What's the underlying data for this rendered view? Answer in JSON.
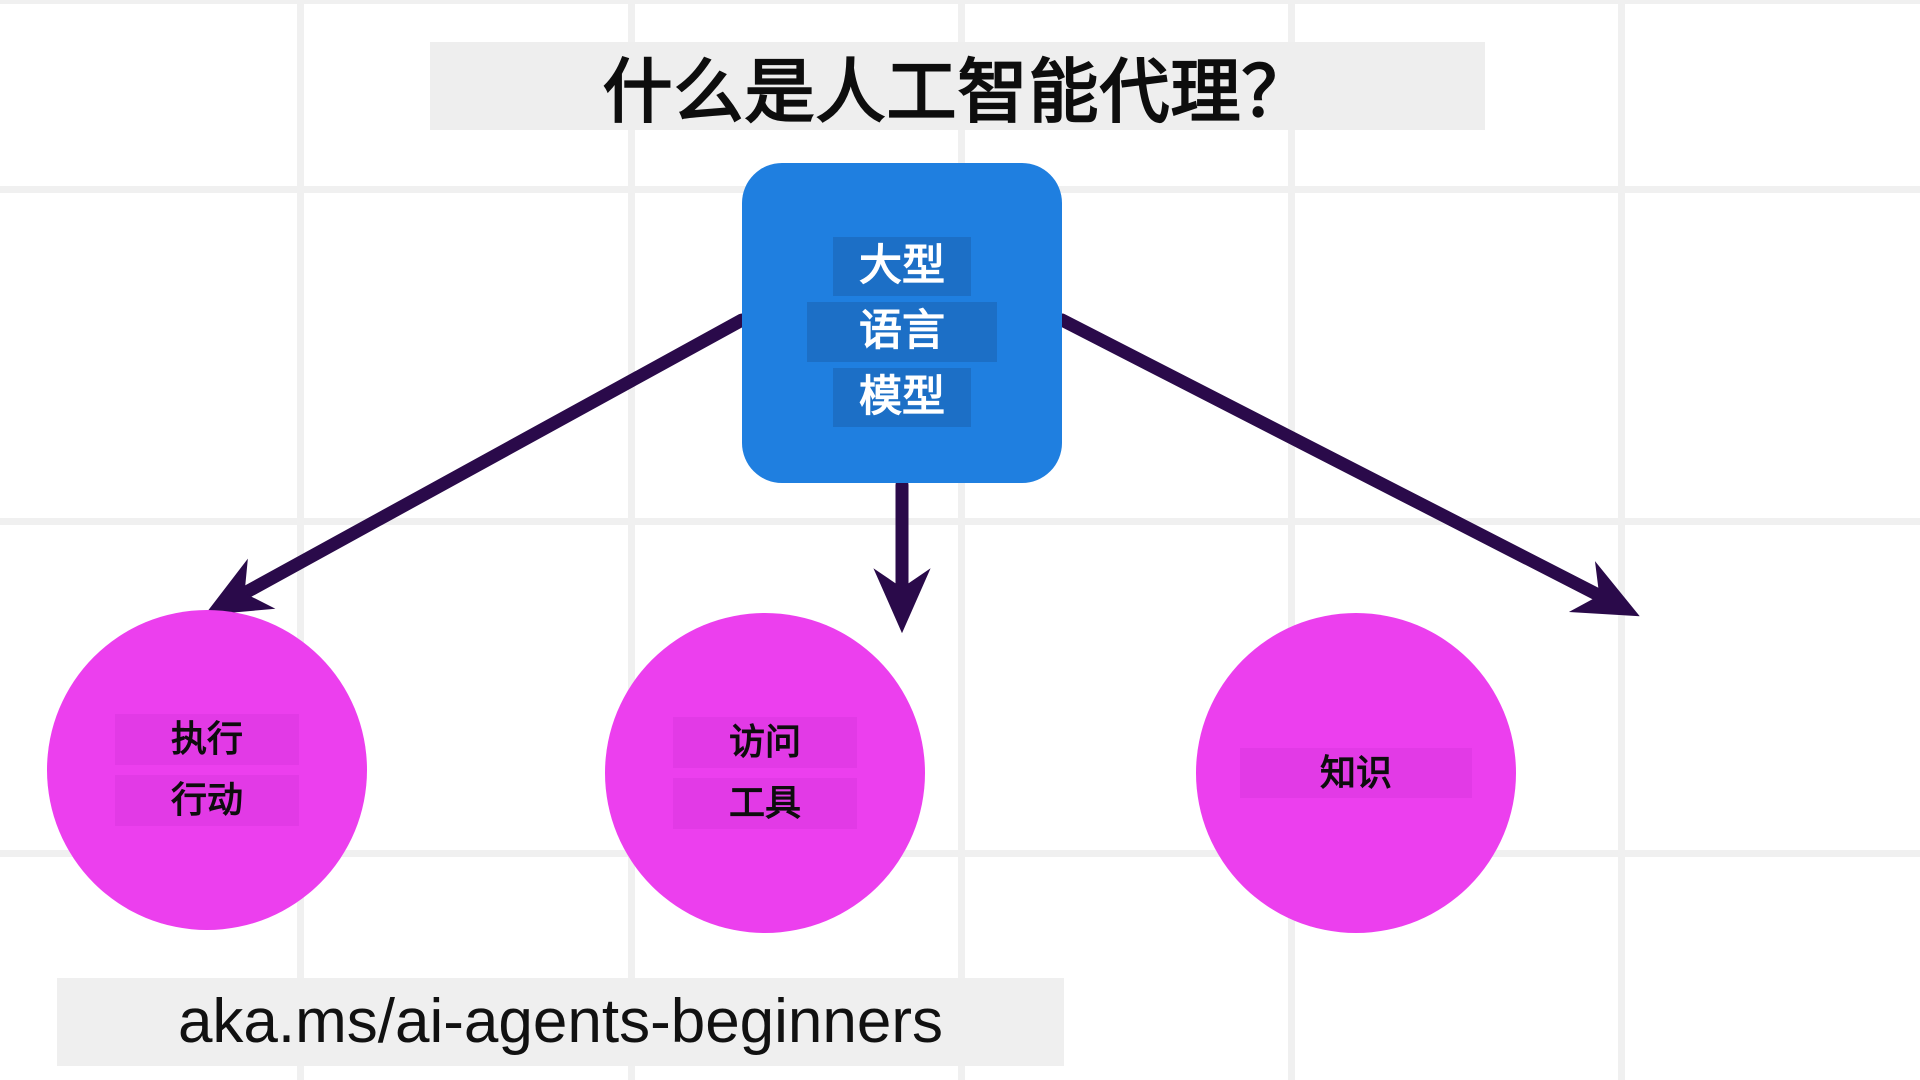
{
  "page": {
    "title": "什么是人工智能代理？",
    "footer_url": "aka.ms/ai-agents-beginners",
    "background_color": "#ffffff",
    "grid_color": "#f0f0f0",
    "highlight_band_color": "#eeeeee"
  },
  "diagram": {
    "type": "node-link",
    "llm_node": {
      "name": "大型语言模型",
      "lines": [
        "大型",
        "语言",
        "模型"
      ],
      "fill_color": "#1f7fe0",
      "text_color": "#ffffff",
      "text_highlight_color": "#1c6fc6",
      "shape": "rounded-rectangle"
    },
    "capability_nodes": [
      {
        "id": "action",
        "lines": [
          "执行",
          "行动"
        ],
        "fill_color": "#ec3fee",
        "text_color": "#0d0d0d",
        "text_highlight_color": "#e23ae6",
        "shape": "circle"
      },
      {
        "id": "tools",
        "lines": [
          "访问",
          "工具"
        ],
        "fill_color": "#ec3fee",
        "text_color": "#0d0d0d",
        "text_highlight_color": "#e23ae6",
        "shape": "circle"
      },
      {
        "id": "knowledge",
        "lines": [
          "知识"
        ],
        "fill_color": "#ec3fee",
        "text_color": "#0d0d0d",
        "text_highlight_color": "#e23ae6",
        "shape": "circle"
      }
    ],
    "edges": [
      {
        "from": "大型语言模型",
        "to": "执行行动",
        "style": "arrow",
        "color": "#2a0a4a"
      },
      {
        "from": "大型语言模型",
        "to": "访问工具",
        "style": "arrow",
        "color": "#2a0a4a"
      },
      {
        "from": "大型语言模型",
        "to": "知识",
        "style": "arrow",
        "color": "#2a0a4a"
      }
    ]
  }
}
